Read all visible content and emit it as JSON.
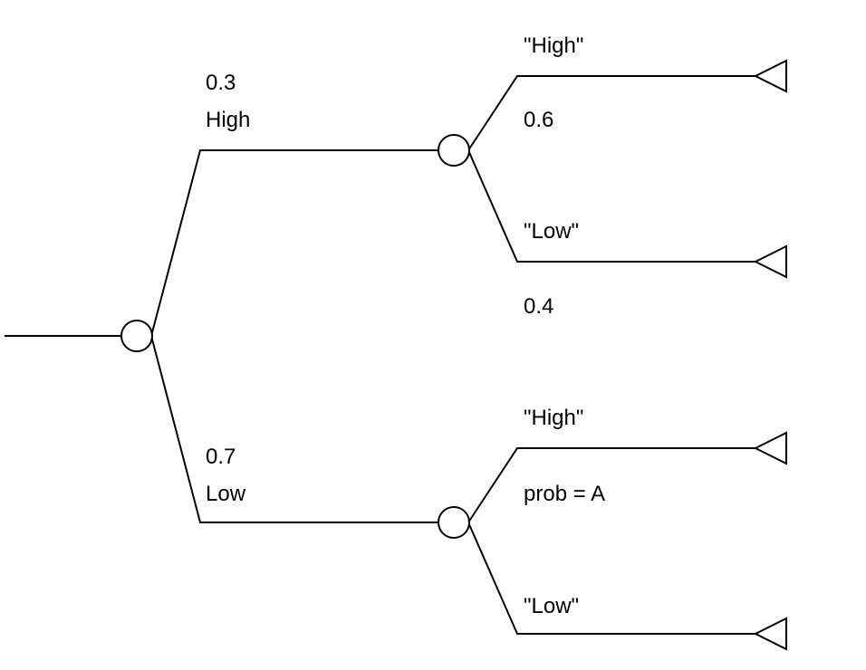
{
  "root": {
    "branches": [
      {
        "probability": "0.3",
        "label": "High",
        "outcomes": [
          {
            "label": "\"High\"",
            "probability": "0.6"
          },
          {
            "label": "\"Low\"",
            "probability": "0.4"
          }
        ]
      },
      {
        "probability": "0.7",
        "label": "Low",
        "outcomes": [
          {
            "label": "\"High\"",
            "probability": "prob = A"
          },
          {
            "label": "\"Low\"",
            "probability": ""
          }
        ]
      }
    ]
  }
}
